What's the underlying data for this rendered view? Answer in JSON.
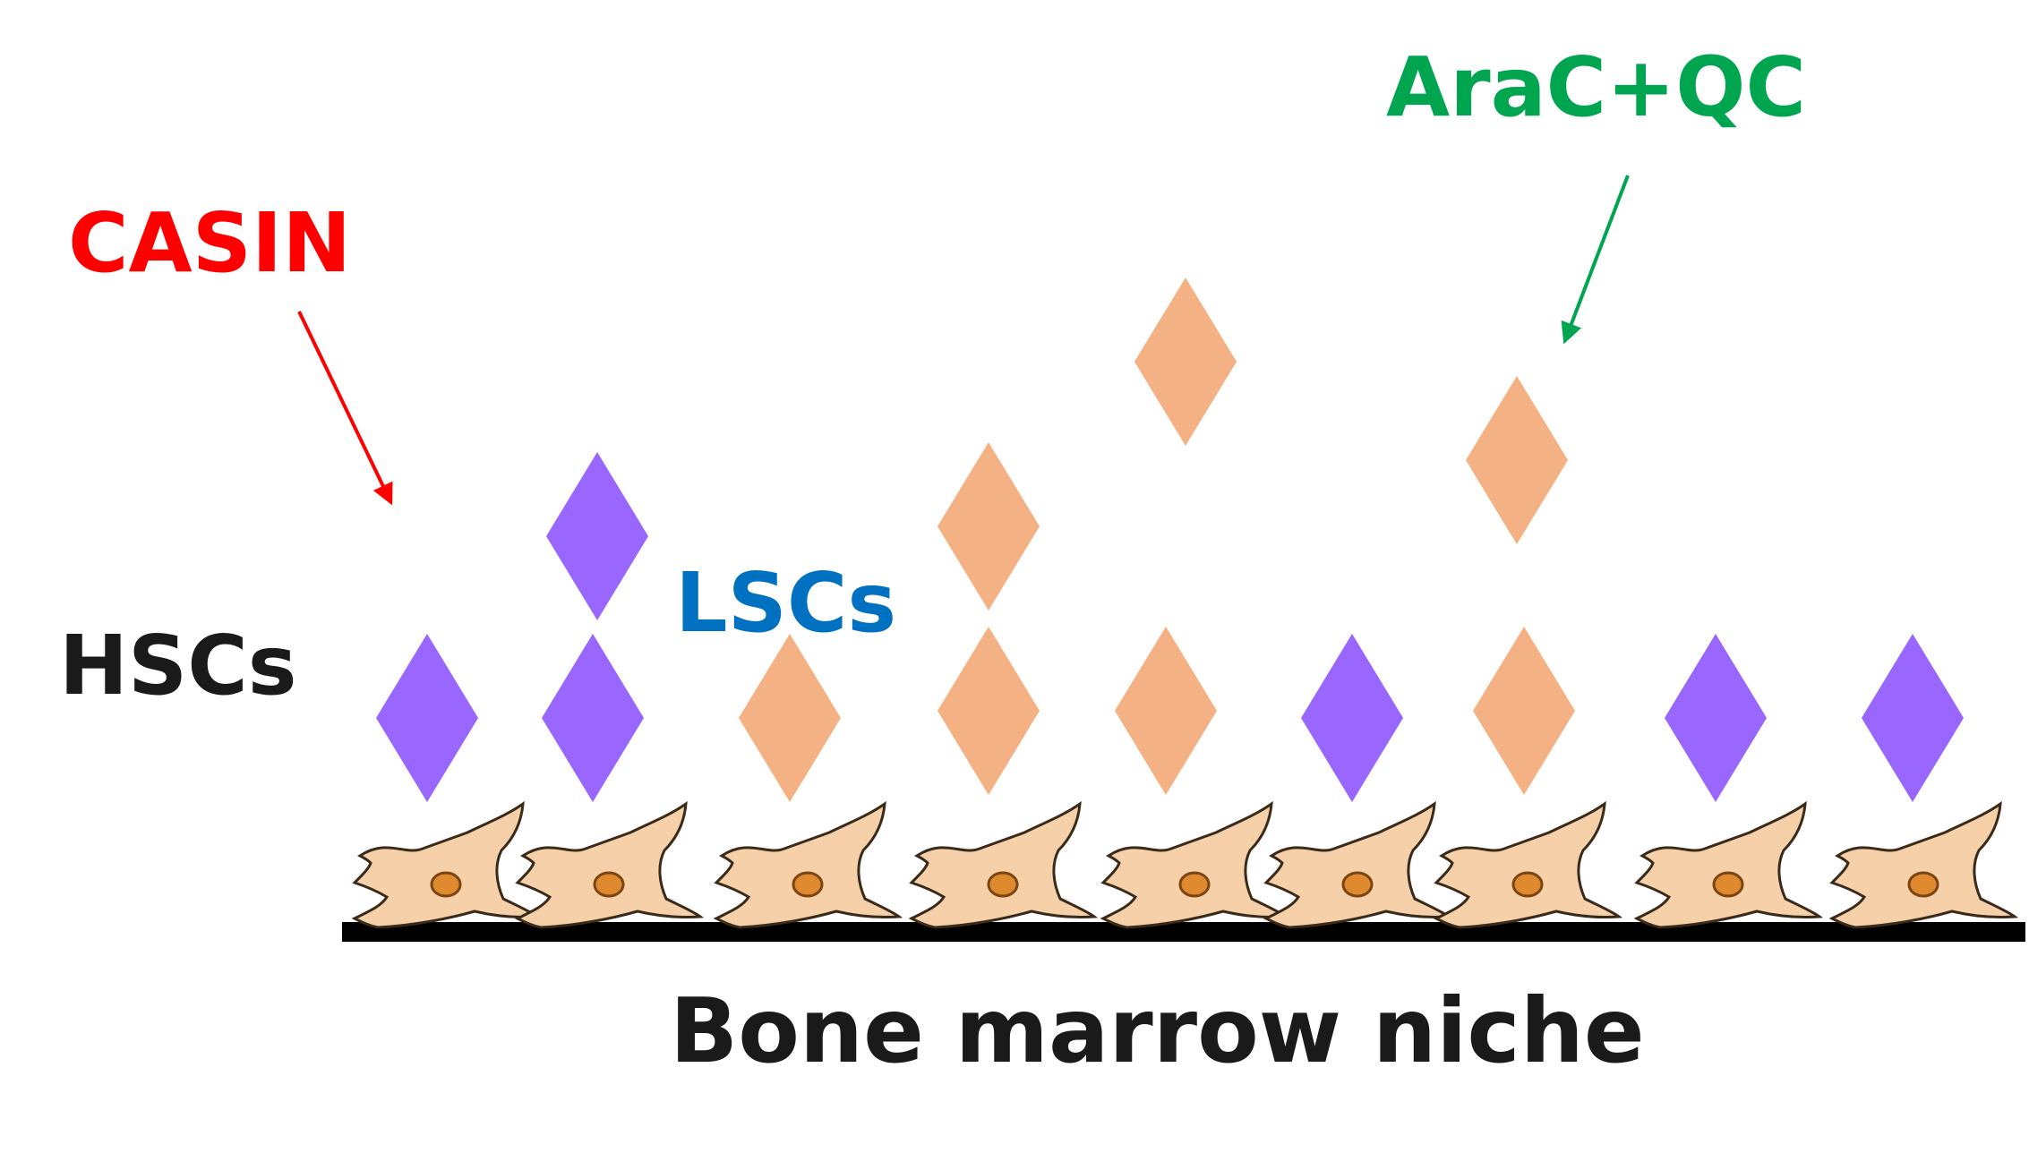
{
  "labels": {
    "casin": "CASIN",
    "arac_qc": "AraC+QC",
    "lscs": "LSCs",
    "hscs": "HSCs",
    "niche": "Bone marrow niche"
  },
  "colors": {
    "casin": "#ff0000",
    "arac_qc": "#00a550",
    "lscs": "#0070c0",
    "hscs": "#1a1a1a",
    "niche_text": "#1a1a1a",
    "hsc_cell": "#9966ff",
    "lsc_cell": "#f4b183",
    "stromal_cell": "#f5d0a9",
    "stromal_outline": "#3a2a1a",
    "stromal_nucleus": "#e08a30",
    "niche_line": "#000000"
  },
  "icons": {
    "hsc": "purple-diamond",
    "lsc": "orange-diamond",
    "stromal": "stromal-cell"
  }
}
